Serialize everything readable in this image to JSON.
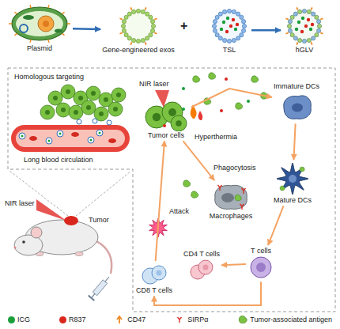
{
  "diagram": {
    "nodes": [
      {
        "text": [
          "Plasmid"
        ]
      },
      {
        "text": [
          "Gene-engineered exos"
        ]
      },
      {
        "text": [
          "TSL"
        ]
      },
      {
        "text": [
          "hGLV"
        ]
      },
      {
        "text": [
          "Tumor cells"
        ]
      },
      {
        "text": [
          "Macrophages"
        ]
      },
      {
        "text": [
          "Immature DCs"
        ]
      },
      {
        "text": [
          "Mature DCs"
        ]
      },
      {
        "text": [
          "T cells"
        ]
      },
      {
        "text": [
          "CD4 T cells"
        ]
      },
      {
        "text": [
          "CD8 T cells"
        ]
      }
    ],
    "edges": [
      {
        "from": 0,
        "to": 1,
        "arrow": "to"
      },
      {
        "from": 2,
        "to": 3,
        "arrow": "to"
      },
      {
        "from": 4,
        "to": 5,
        "arrow": "to"
      },
      {
        "from": 4,
        "to": 6,
        "arrow": "to"
      },
      {
        "from": 6,
        "to": 7,
        "arrow": "to"
      },
      {
        "from": 7,
        "to": 8,
        "arrow": "to"
      },
      {
        "from": 8,
        "to": 9,
        "arrow": "to"
      },
      {
        "from": 8,
        "to": 10,
        "arrow": "to"
      },
      {
        "from": 10,
        "to": 4,
        "arrow": "to"
      }
    ],
    "labels": [
      "+",
      "Homologous targeting",
      "NIR laser",
      "Long blood circulation",
      "Hyperthermia",
      "Phagocytosis",
      "Attack",
      "NIR laser",
      "Tumor"
    ],
    "legend": [
      {
        "text": "ICG",
        "color": "#1a9e3a"
      },
      {
        "text": "R837",
        "color": "#d9261c"
      },
      {
        "text": "CD47"
      },
      {
        "text": "SIRPα"
      },
      {
        "text": "Tumor-associated antigen"
      }
    ]
  }
}
